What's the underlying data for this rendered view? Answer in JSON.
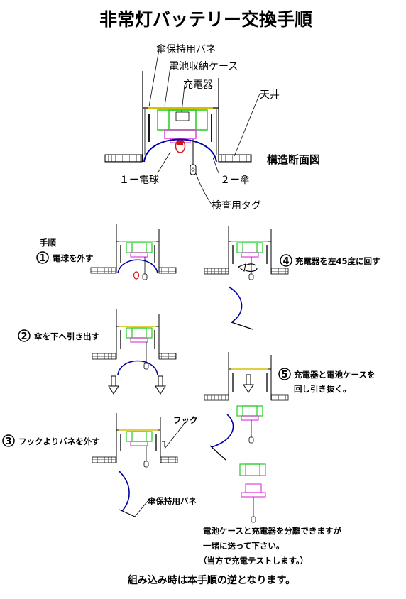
{
  "title": "非常灯バッテリー交換手順",
  "structure": {
    "section_label": "構造断面図",
    "labels": {
      "spring": "傘保持用バネ",
      "battery_case": "電池収納ケース",
      "charger": "充電器",
      "ceiling": "天井",
      "bulb": "１ー電球",
      "umbrella": "２ー傘",
      "test_tag": "検査用タグ"
    }
  },
  "procedure": {
    "heading": "手順",
    "steps": [
      {
        "number": "1",
        "text": "電球を外す"
      },
      {
        "number": "2",
        "text": "傘を下へ引き出す"
      },
      {
        "number": "3",
        "text": "フックよりバネを外す"
      },
      {
        "number": "4",
        "text": "充電器を左45度に回す"
      },
      {
        "number": "5",
        "text": "充電器と電池ケースを",
        "text2": "回し引き抜く。"
      }
    ],
    "hook_label": "フック",
    "spring_label": "傘保持用バネ"
  },
  "notes": {
    "line1": "電池ケースと充電器を分離できますが",
    "line2": "一緒に送って下さい。",
    "line3": "（当方で充電テストします。）"
  },
  "footer": "組み込み時は本手順の逆となります。"
}
